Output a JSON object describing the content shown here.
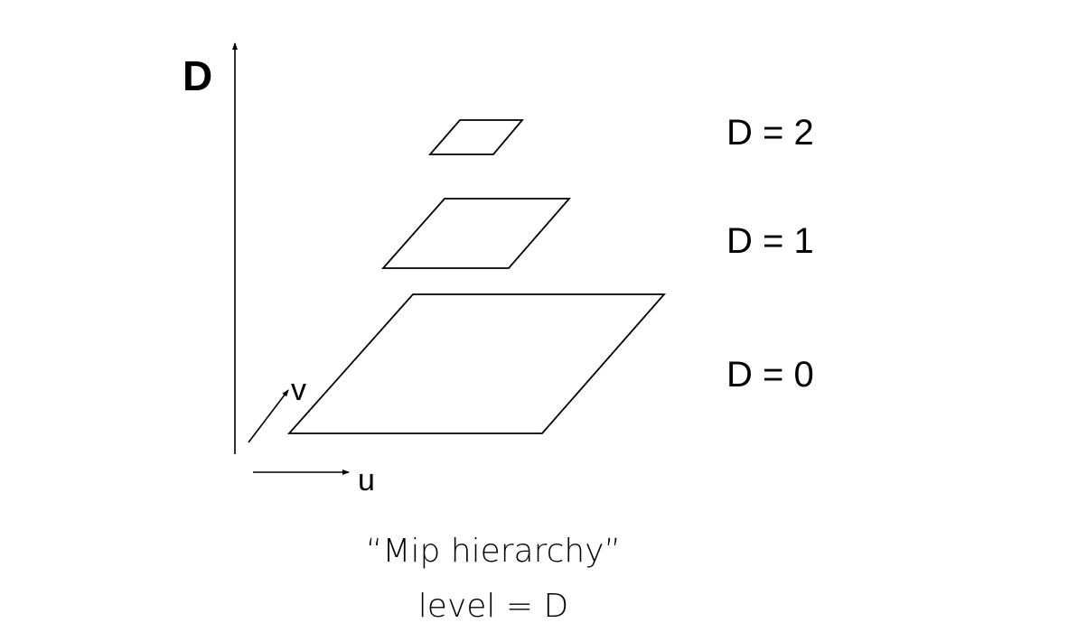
{
  "diagram": {
    "vertical_axis_label": "D",
    "u_axis_label": "u",
    "v_axis_label": "v",
    "levels": [
      {
        "label": "D = 2"
      },
      {
        "label": "D = 1"
      },
      {
        "label": "D = 0"
      }
    ],
    "caption": {
      "line1": "“Mip hierarchy”",
      "line2": "level = D"
    },
    "colors": {
      "stroke": "#000000",
      "background": "#ffffff"
    }
  }
}
